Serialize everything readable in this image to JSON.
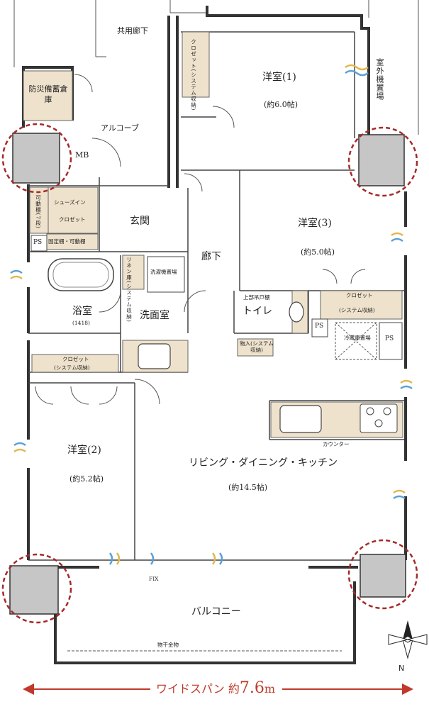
{
  "plan": {
    "corridor": "共用廊下",
    "outdoor_unit": "室外機置場",
    "disaster_storage": "防災備蓄倉庫",
    "alcove": "アルコーブ",
    "mb": "MB",
    "shoes_in": "シューズイン",
    "shoes_closet": "クロゼット",
    "movable_shelf": "可動棚(7段)",
    "fixed_shelf": "固定棚・可動棚",
    "ps": "PS",
    "entrance": "玄関",
    "hallway": "廊下",
    "closet1": "クロゼット(システム収納)",
    "room1": "洋室(1)",
    "room1_size": "(約6.0帖)",
    "room3": "洋室(3)",
    "room3_size": "(約5.0帖)",
    "linen": "リネン庫(システム収納)",
    "laundry": "洗濯機置場",
    "bath": "浴室",
    "bath_size": "(1418)",
    "washroom": "洗面室",
    "upper_cabinet": "上部吊戸棚",
    "toilet": "トイレ",
    "storage": "物入(システム収納)",
    "closet3_title": "クロゼット",
    "closet3_sub": "(システム収納)",
    "fridge": "冷蔵庫置場",
    "closet2_title": "クロゼット",
    "closet2_sub": "(システム収納)",
    "room2": "洋室(2)",
    "room2_size": "(約5.2帖)",
    "counter": "カウンター",
    "ldk": "リビング・ダイニング・キッチン",
    "ldk_size": "(約14.5帖)",
    "fix": "FIX",
    "balcony": "バルコニー",
    "hanger": "物干金物",
    "north": "N",
    "span_label": "ワイドスパン 約",
    "span_value": "7.6",
    "span_unit": "m"
  },
  "colors": {
    "wall": "#333333",
    "storage_fill": "#efe2cc",
    "column": "#c8c8c8",
    "dash_red": "#a52a2a",
    "accent_red": "#c0392b",
    "air_blue": "#5aa0d8",
    "air_yellow": "#e0b850"
  }
}
